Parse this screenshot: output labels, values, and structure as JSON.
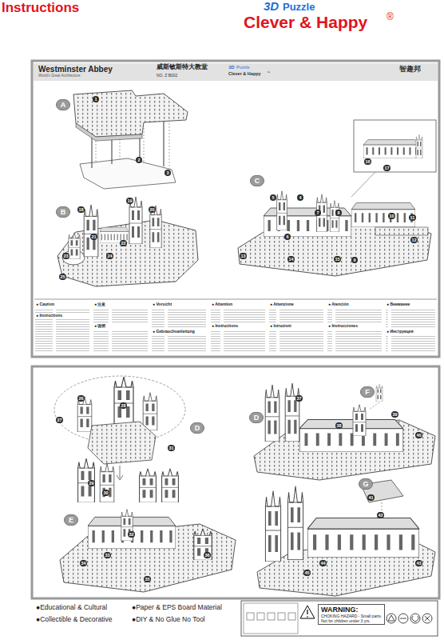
{
  "diagram": {
    "nodes": [
      {
        "text": [
          "Westminster Abbey",
          "World's Great Architecture"
        ]
      },
      {
        "text": [
          "A"
        ]
      },
      {
        "text": [
          "B"
        ]
      },
      {
        "text": [
          "C"
        ]
      },
      {
        "text": [
          "D"
        ]
      },
      {
        "text": [
          "D"
        ]
      },
      {
        "text": [
          "E"
        ]
      },
      {
        "text": [
          "F"
        ]
      },
      {
        "text": [
          "G"
        ]
      },
      {
        "text": [
          "WARNING:",
          "CHOKING HAZARD - Small parts.",
          "Not for children under 3 yrs."
        ]
      }
    ],
    "labels": [
      "Instructions",
      "3D",
      "Puzzle",
      "Clever & Happy",
      "®",
      "威斯敏斯特大教堂",
      "NO. Z B002",
      "3D",
      "Puzzle",
      "Clever & Happy",
      "™",
      "智趣邦",
      "● Caution",
      "● 注意",
      "● Vorsicht",
      "● Attention",
      "● Attenzione",
      "● Atención",
      "● Внимание",
      "● Instructions",
      "● 说明",
      "● Gebrauchsanleitung",
      "● Instructions",
      "● Istruzioni",
      "● Instrucciones",
      "● Инструкция",
      "●Educational & Cultural",
      "●Collectible & Decorative",
      "●Paper & EPS Board Material",
      "●DIY & No Glue No Tool",
      "1",
      "2",
      "3",
      "18",
      "19",
      "20",
      "21",
      "22",
      "23",
      "24",
      "25",
      "4",
      "5",
      "6",
      "7",
      "8",
      "9",
      "10",
      "11",
      "12",
      "13",
      "14",
      "15",
      "16",
      "17",
      "26",
      "27",
      "28",
      "29",
      "30",
      "31",
      "32",
      "33",
      "34",
      "35",
      "36",
      "37",
      "38",
      "39",
      "40",
      "41",
      "42",
      "43",
      "44",
      "45"
    ]
  }
}
